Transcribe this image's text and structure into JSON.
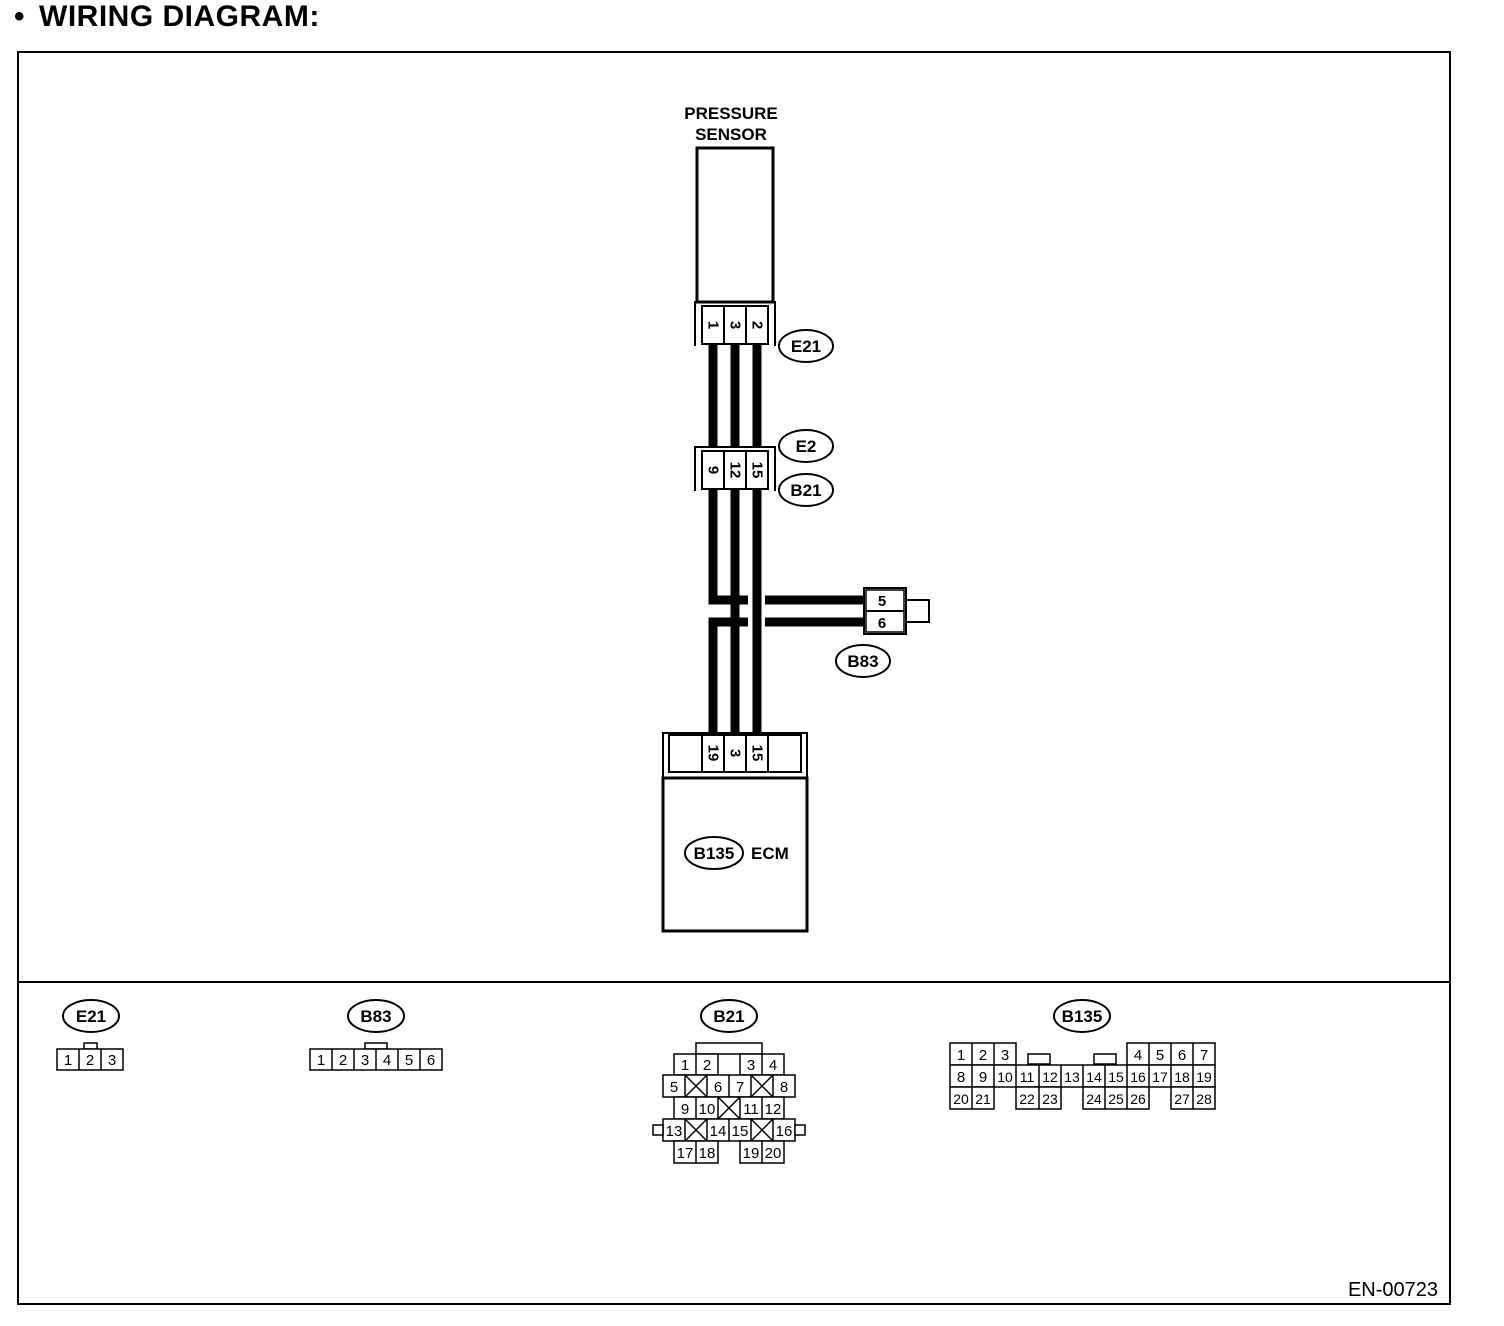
{
  "title": "WIRING DIAGRAM:",
  "bullet": "•",
  "pressure_sensor": {
    "label_line1": "PRESSURE",
    "label_line2": "SENSOR"
  },
  "connectors": {
    "E21": {
      "id": "E21",
      "pins": [
        "1",
        "3",
        "2"
      ]
    },
    "E2": {
      "id": "E2"
    },
    "B21": {
      "id": "B21",
      "pins": [
        "9",
        "12",
        "15"
      ]
    },
    "B83": {
      "id": "B83",
      "pins": [
        "5",
        "6"
      ]
    },
    "B135": {
      "id": "B135",
      "pins": [
        "19",
        "3",
        "15"
      ]
    }
  },
  "ecm": {
    "label": "ECM"
  },
  "connector_views": {
    "E21": {
      "id": "E21",
      "pins": [
        "1",
        "2",
        "3"
      ]
    },
    "B83": {
      "id": "B83",
      "pins": [
        "1",
        "2",
        "3",
        "4",
        "5",
        "6"
      ]
    },
    "B21": {
      "id": "B21",
      "rows": [
        [
          "1",
          "2",
          "3",
          "4"
        ],
        [
          "5",
          "6",
          "7",
          "8"
        ],
        [
          "9",
          "10",
          "11",
          "12"
        ],
        [
          "13",
          "14",
          "15",
          "16"
        ],
        [
          "17",
          "18",
          "19",
          "20"
        ]
      ]
    },
    "B135": {
      "id": "B135",
      "rows": [
        [
          "1",
          "2",
          "3",
          "4",
          "5",
          "6",
          "7"
        ],
        [
          "8",
          "9",
          "10",
          "11",
          "12",
          "13",
          "14",
          "15",
          "16",
          "17",
          "18",
          "19"
        ],
        [
          "20",
          "21",
          "22",
          "23",
          "24",
          "25",
          "26",
          "27",
          "28"
        ]
      ]
    }
  },
  "doc_code": "EN-00723"
}
